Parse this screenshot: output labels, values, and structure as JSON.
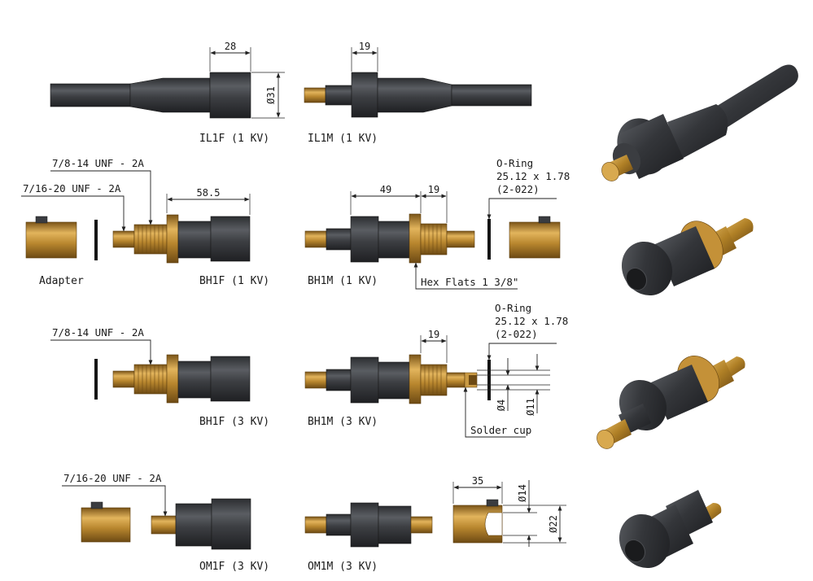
{
  "labels": {
    "il1f": "IL1F (1 KV)",
    "il1m": "IL1M (1 KV)",
    "adapter": "Adapter",
    "bh1f_1kv": "BH1F (1 KV)",
    "bh1m_1kv": "BH1M (1 KV)",
    "bh1f_3kv": "BH1F (3 KV)",
    "bh1m_3kv": "BH1M (3 KV)",
    "om1f": "OM1F (3 KV)",
    "om1m": "OM1M (3 KV)"
  },
  "dimensions": {
    "il1f_len": "28",
    "il1f_dia": "Ø31",
    "il1m_len": "19",
    "bh1f_len": "58.5",
    "bh1m_len49": "49",
    "bh1m_len19": "19",
    "bh1m3_len": "19",
    "solder_d4": "Ø4",
    "solder_d11": "Ø11",
    "om_len": "35",
    "om_d14": "Ø14",
    "om_d22": "Ø22"
  },
  "notes": {
    "thread_78": "7/8-14 UNF - 2A",
    "thread_716": "7/16-20 UNF - 2A",
    "thread_78_b": "7/8-14 UNF - 2A",
    "thread_716_b": "7/16-20 UNF - 2A",
    "oring1_title": "O-Ring",
    "oring1_size": "25.12 x 1.78",
    "oring1_code": "(2-022)",
    "oring2_title": "O-Ring",
    "oring2_size": "25.12 x 1.78",
    "oring2_code": "(2-022)",
    "hex_flats": "Hex Flats 1 3/8\"",
    "solder_cup": "Solder cup"
  },
  "colors": {
    "body_dark": "#3a3c40",
    "body_highlight": "#5c5f64",
    "brass": "#b8862e",
    "brass_dark": "#7a5418",
    "brass_light": "#e0b35a",
    "line": "#222222"
  }
}
